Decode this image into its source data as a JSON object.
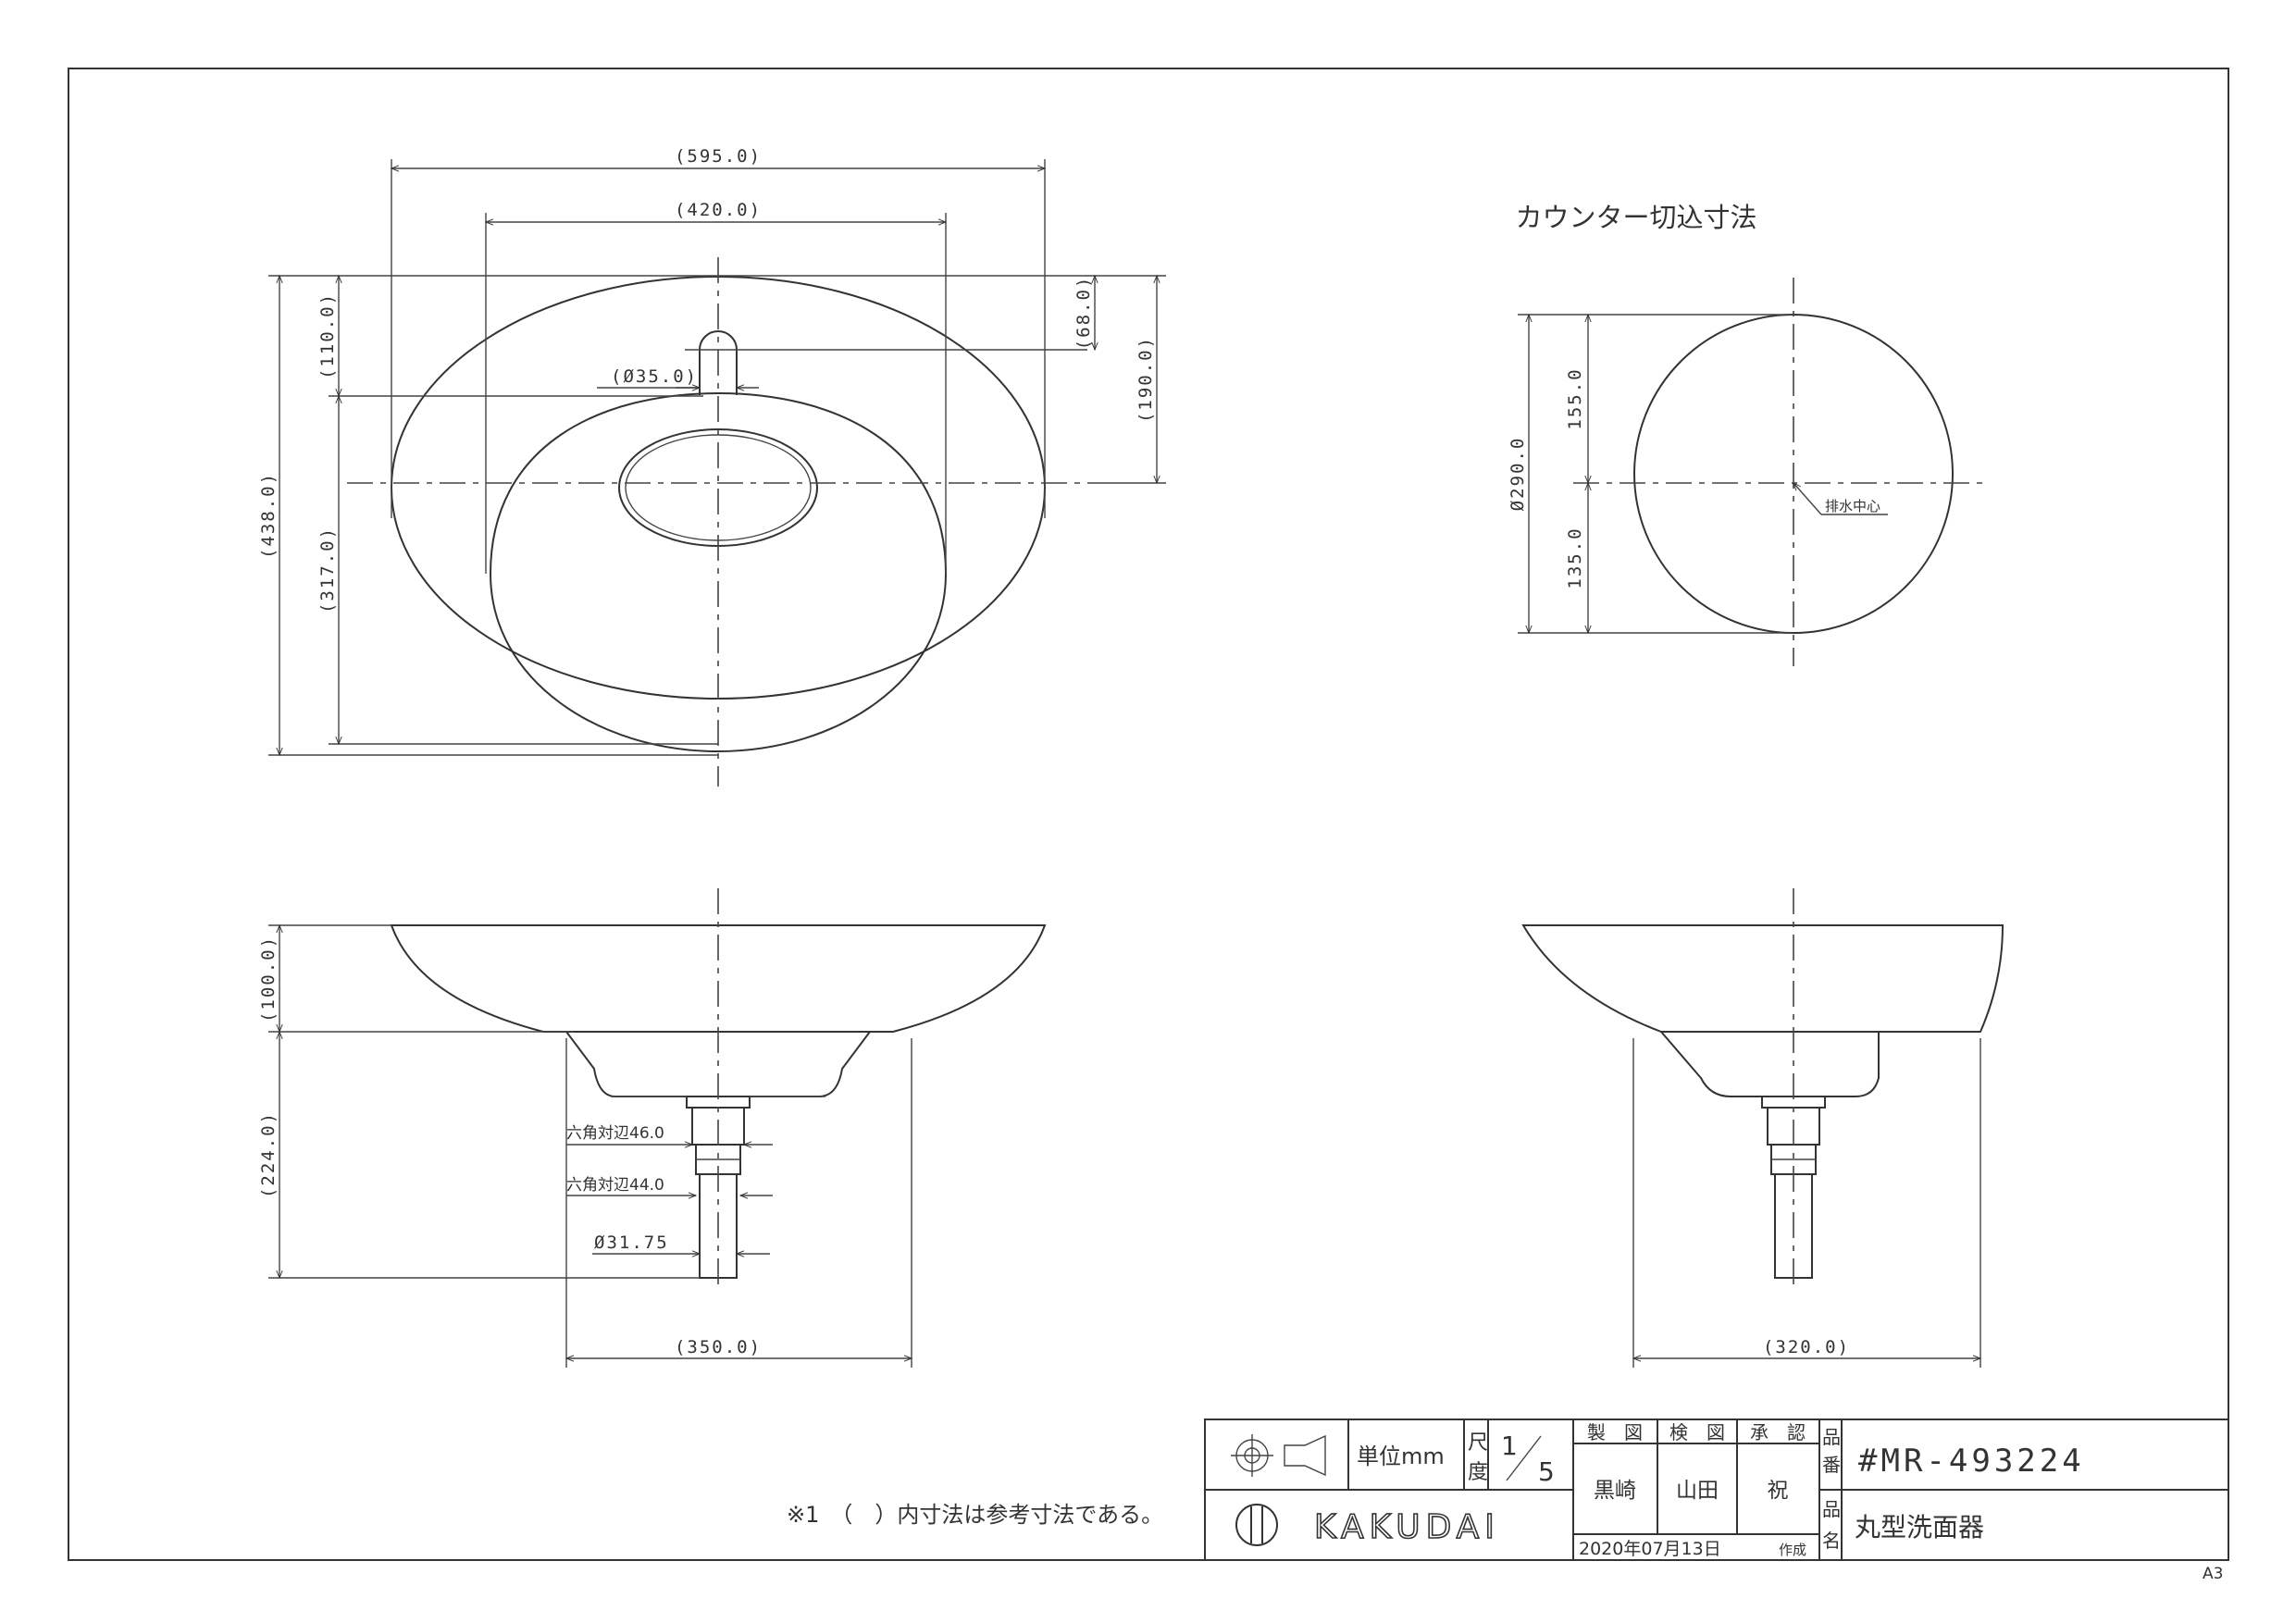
{
  "drawing": {
    "top_view": {
      "width_overall": "(595.0)",
      "width_inner": "(420.0)",
      "depth_overall": "(438.0)",
      "depth_front": "(317.0)",
      "depth_back": "(110.0)",
      "faucet_hole": "(Ø35.0)",
      "hole_offset": "(68.0)",
      "center_offset": "(190.0)"
    },
    "cutout": {
      "title": "カウンター切込寸法",
      "diameter": "Ø290.0",
      "upper": "155.0",
      "lower": "135.0",
      "drain_center": "排水中心"
    },
    "front_view": {
      "bowl_height": "(100.0)",
      "lower_height": "(224.0)",
      "hex1": "六角対辺46.0",
      "hex2": "六角対辺44.0",
      "pipe": "Ø31.75",
      "base_width": "(350.0)"
    },
    "side_view": {
      "base_width": "(320.0)"
    },
    "note": "※1　（　）内寸法は参考寸法である。"
  },
  "title_block": {
    "unit_label": "単位mm",
    "scale_label_1": "尺",
    "scale_label_2": "度",
    "scale_num": "1",
    "scale_den": "5",
    "made_label": "製　図",
    "check_label": "検　図",
    "approve_label": "承　認",
    "made_by": "黒崎",
    "checked_by": "山田",
    "approved_by": "祝",
    "date": "2020年07月13日",
    "date_suffix": "作成",
    "part_no_label_1": "品",
    "part_no_label_2": "番",
    "part_no": "#MR-493224",
    "name_label_1": "品",
    "name_label_2": "名",
    "part_name": "丸型洗面器",
    "brand": "KAKUDAI"
  },
  "paper_size": "A3"
}
